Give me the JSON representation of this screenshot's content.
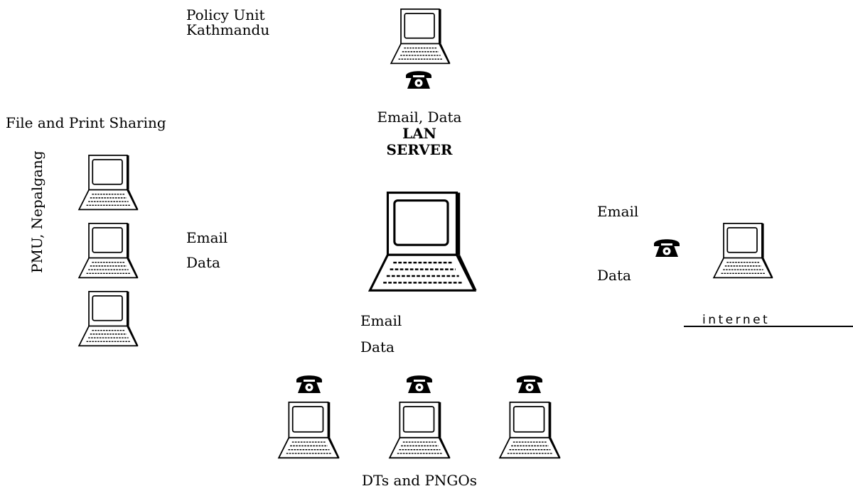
{
  "labels": {
    "policy_unit": "Policy Unit",
    "kathmandu": "Kathmandu",
    "file_print": "File and Print Sharing",
    "pmu": "PMU, Nepalgang",
    "email_data_top": "Email, Data",
    "lan": "LAN",
    "server": "SERVER",
    "email_left": "Email",
    "data_left": "Data",
    "email_right": "Email",
    "data_right": "Data",
    "email_bottom": "Email",
    "data_bottom": "Data",
    "internet": "internet",
    "dts_pngos": "DTs and PNGOs"
  },
  "icons": {
    "laptop": "laptop-icon",
    "server": "server-laptop-icon",
    "phone": "telephone-icon"
  },
  "colors": {
    "ink": "#000000",
    "background": "#ffffff"
  }
}
